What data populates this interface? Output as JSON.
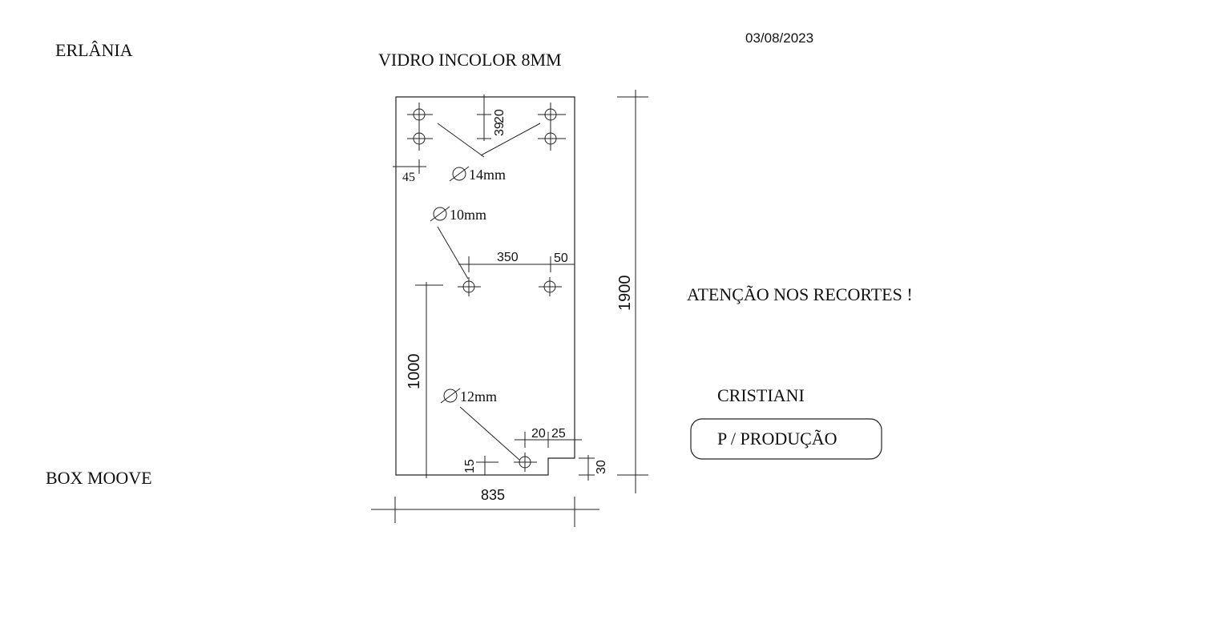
{
  "header": {
    "client": "ERLÂNIA",
    "date": "03/08/2023",
    "material": "VIDRO INCOLOR 8MM",
    "product": "BOX MOOVE"
  },
  "notes": {
    "warning": "ATENÇÃO NOS RECORTES !",
    "author": "CRISTIANI",
    "status": "P / PRODUÇÃO"
  },
  "dimensions": {
    "overall_height": "1900",
    "overall_width": "835",
    "left_height": "1000",
    "top_offset_a": "20",
    "top_offset_b": "39",
    "edge_offset": "45",
    "mid_span": "350",
    "mid_edge": "50",
    "bottom_a": "20",
    "bottom_b": "25",
    "bottom_offset": "15",
    "notch_height": "30"
  },
  "holes": {
    "top": "14mm",
    "middle": "10mm",
    "bottom": "12mm"
  },
  "colors": {
    "ink": "#222222",
    "background": "#ffffff"
  }
}
